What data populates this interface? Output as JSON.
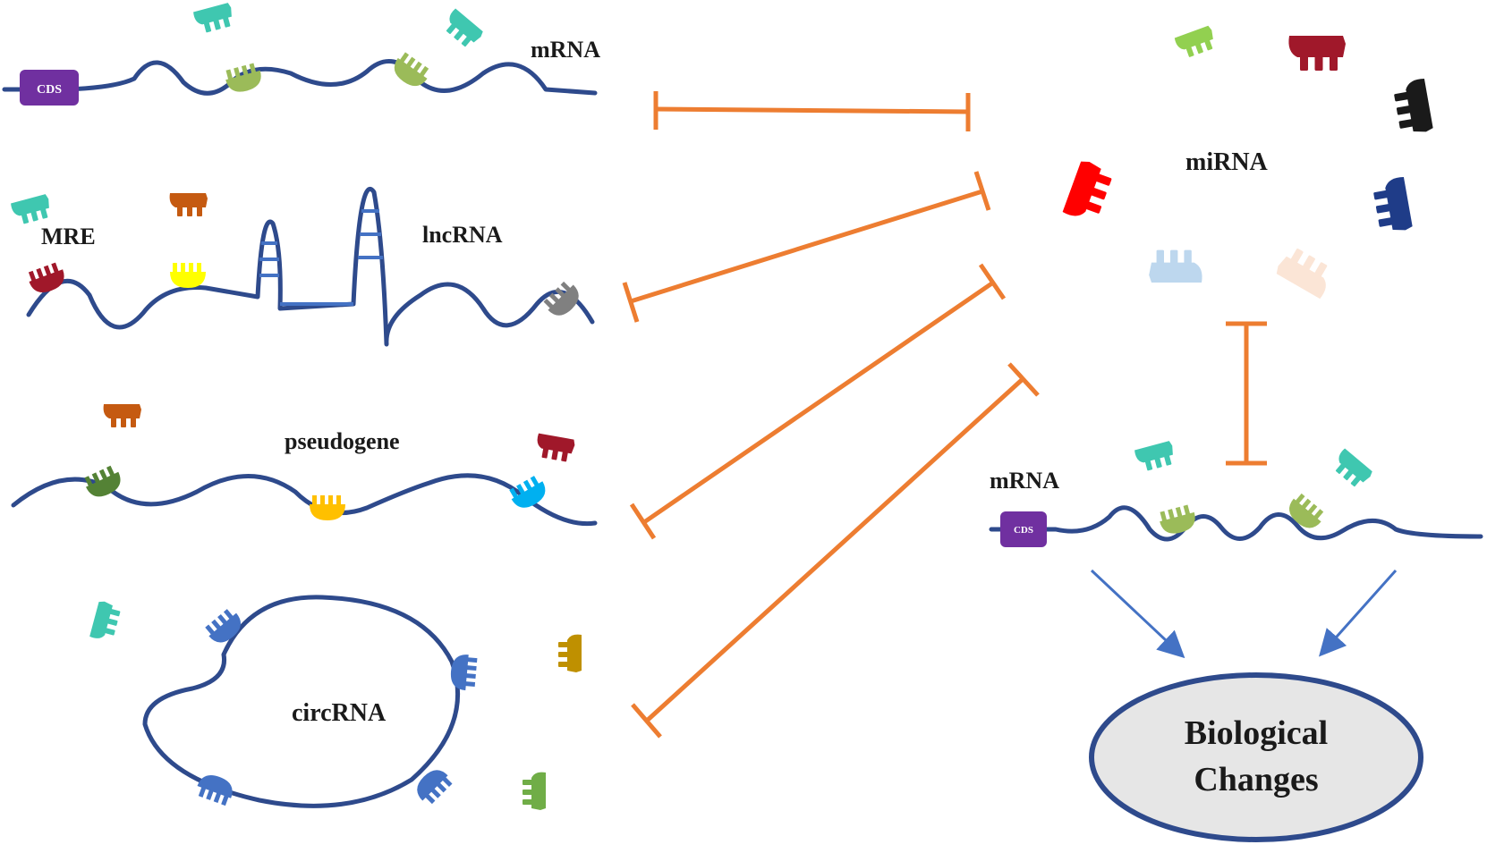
{
  "labels": {
    "mrna_top": "mRNA",
    "lncrna": "lncRNA",
    "mre": "MRE",
    "pseudogene": "pseudogene",
    "circrna": "circRNA",
    "mirna": "miRNA",
    "mrna_bottom": "mRNA",
    "cds_top": "CDS",
    "cds_bottom": "CDS",
    "outcome_line1": "Biological",
    "outcome_line2": "Changes"
  },
  "icons": {
    "mirna": "mirna-comb-icon",
    "mre_site": "mre-binding-site-icon",
    "cds_block": "cds-box-icon",
    "inhibition": "inhibition-bar-icon",
    "arrow": "arrow-icon"
  },
  "colors": {
    "rna_strand": "#2e4a8c",
    "inhibition": "#ed7d31",
    "arrow": "#4472c4",
    "cds_box": "#7030a0",
    "outcome_fill": "#e6e6e6",
    "outcome_stroke": "#2e4a8c",
    "mirna_teal": "#3fc7b0",
    "mirna_olive": "#9bbb59",
    "mirna_lightgreen": "#92d050",
    "mirna_darkred": "#a0182a",
    "mirna_black": "#1a1a1a",
    "mirna_red": "#ff0000",
    "mirna_navy": "#1f3c88",
    "mirna_blue": "#4472c4",
    "mirna_paleblue": "#bdd7ee",
    "mirna_peach": "#fbe5d6",
    "mirna_orange": "#c55a11",
    "mirna_yellow": "#ffff00",
    "mirna_gold": "#ffc000",
    "mirna_skyblue": "#00b0f0",
    "mirna_darkgreen": "#548235",
    "mirna_grey": "#808080",
    "mirna_mustard": "#bf9000",
    "mirna_green": "#70ad47"
  }
}
